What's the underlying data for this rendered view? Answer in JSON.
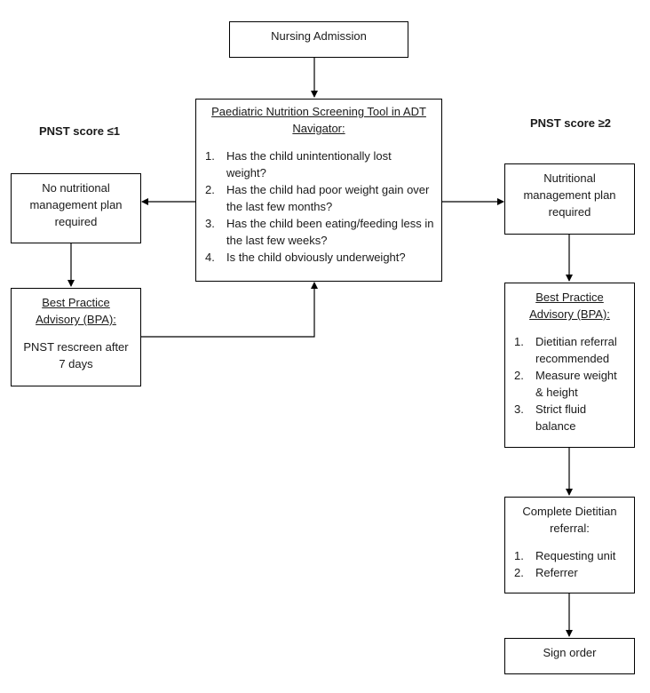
{
  "nodes": {
    "nursing_admission": {
      "text": "Nursing Admission"
    },
    "screening_tool": {
      "heading": "Paediatric Nutrition Screening Tool in ADT Navigator:",
      "items": [
        "Has the child unintentionally lost weight?",
        "Has the child had poor weight gain over the last few months?",
        "Has the child been eating/feeding less in the last few weeks?",
        "Is the child obviously underweight?"
      ]
    },
    "no_plan": {
      "text": "No nutritional management plan required"
    },
    "bpa_left": {
      "heading": "Best Practice Advisory (BPA):",
      "text": "PNST rescreen after 7 days"
    },
    "plan_required": {
      "text": "Nutritional management plan required"
    },
    "bpa_right": {
      "heading": "Best Practice Advisory (BPA):",
      "items": [
        "Dietitian referral recommended",
        "Measure weight & height",
        "Strict fluid balance"
      ]
    },
    "dietitian_referral": {
      "heading": "Complete Dietitian referral:",
      "items": [
        "Requesting unit",
        "Referrer"
      ]
    },
    "sign_order": {
      "text": "Sign order"
    }
  },
  "labels": {
    "low_score": "PNST score ≤1",
    "high_score": "PNST score ≥2"
  },
  "numbering": [
    "1.",
    "2.",
    "3.",
    "4."
  ]
}
